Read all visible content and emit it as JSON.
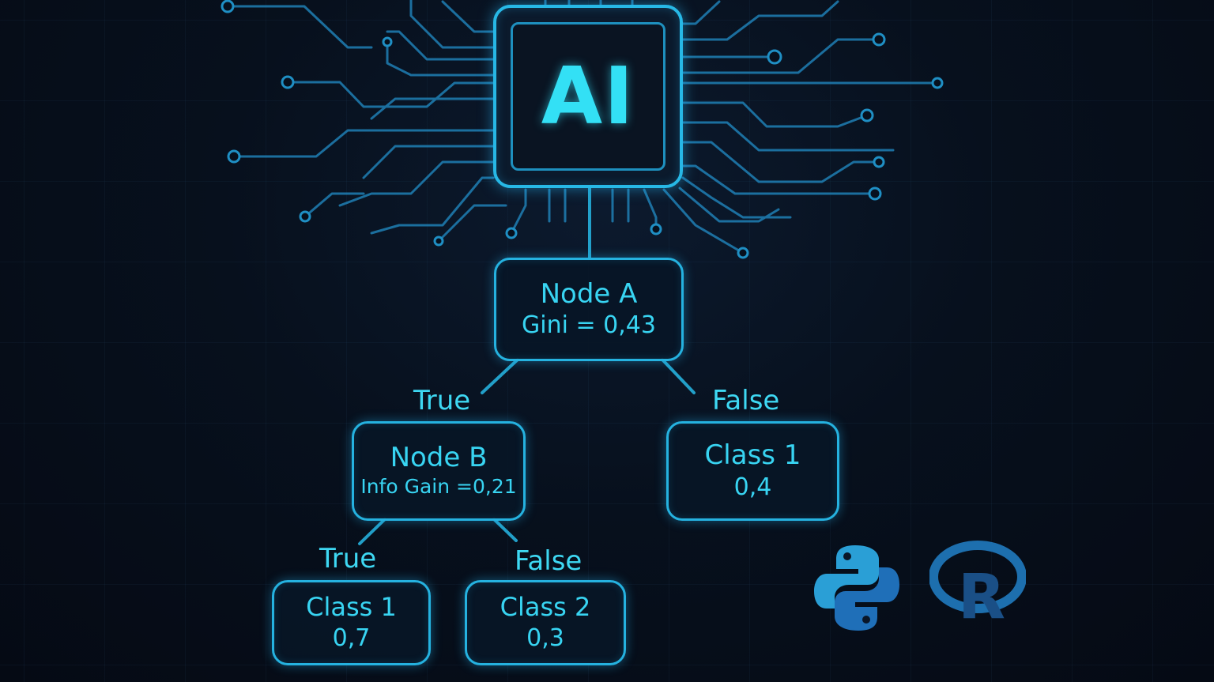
{
  "chip": {
    "label": "AI"
  },
  "tree": {
    "node_a": {
      "title": "Node A",
      "metric": "Gini = 0,43"
    },
    "node_b": {
      "title": "Node B",
      "metric": "Info Gain =0,21"
    },
    "leaf_a_false": {
      "title": "Class 1",
      "value": "0,4"
    },
    "leaf_b_true": {
      "title": "Class 1",
      "value": "0,7"
    },
    "leaf_b_false": {
      "title": "Class 2",
      "value": "0,3"
    },
    "edges": {
      "a_true": "True",
      "a_false": "False",
      "b_true": "True",
      "b_false": "False"
    }
  },
  "logos": {
    "python": "python-logo",
    "r": "r-logo",
    "r_letter": "R"
  },
  "colors": {
    "accent": "#27b8e6",
    "text": "#38d4f2",
    "background": "#060b16"
  }
}
